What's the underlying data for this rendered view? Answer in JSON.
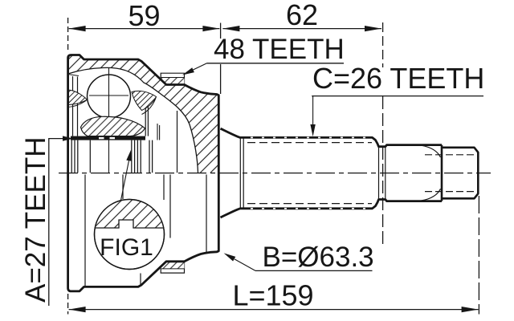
{
  "title": "CV joint outer race technical drawing",
  "drawing": {
    "dimensions": {
      "joint_width": "59",
      "stem_spline_length": "62",
      "overall_length": "L=159"
    },
    "labels": {
      "abs_ring_teeth": "48 TEETH",
      "stem_spline_teeth": "C=26 TEETH",
      "inner_race_teeth": "A=27 TEETH",
      "body_diameter": "B=Ø63.3",
      "figure_ref": "FIG1"
    },
    "colors": {
      "ink": "#161616",
      "background": "#ffffff"
    }
  }
}
